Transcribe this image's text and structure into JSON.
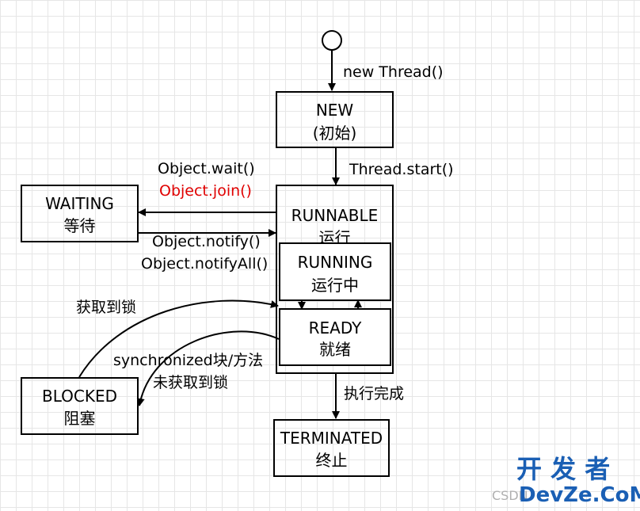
{
  "states": {
    "new": {
      "title": "NEW",
      "sub": "(初始)"
    },
    "runnable": {
      "title": "RUNNABLE",
      "sub": "运行"
    },
    "running": {
      "title": "RUNNING",
      "sub": "运行中"
    },
    "ready": {
      "title": "READY",
      "sub": "就绪"
    },
    "waiting": {
      "title": "WAITING",
      "sub": "等待"
    },
    "blocked": {
      "title": "BLOCKED",
      "sub": "阻塞"
    },
    "terminated": {
      "title": "TERMINATED",
      "sub": "终止"
    }
  },
  "transitions": {
    "new_thread": "new Thread()",
    "thread_start": "Thread.start()",
    "wait": "Object.wait()",
    "join": "Object.join()",
    "notify": "Object.notify()",
    "notify_all": "Object.notifyAll()",
    "acquire_lock": "获取到锁",
    "sync_block": "synchronized块/方法",
    "no_lock": "未获取到锁",
    "finish": "执行完成"
  },
  "watermark": {
    "brand_cn": "开 发 者",
    "brand_en": "DevZe.CoM",
    "csdn": "CSDN"
  },
  "colors": {
    "highlight": "#e00000",
    "brand": "#1a5fb4"
  }
}
